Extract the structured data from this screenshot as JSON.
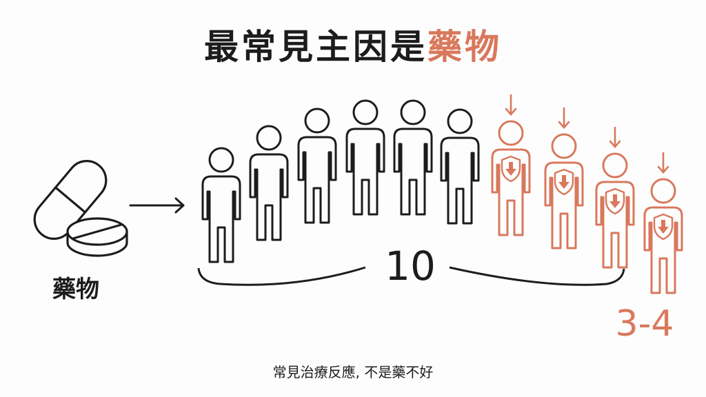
{
  "title": {
    "main": "最常見主因是",
    "accent": "藥物"
  },
  "drug_label": "藥物",
  "total_count": "10",
  "affected_count": "3-4",
  "caption": "常見治療反應, 不是藥不好",
  "colors": {
    "ink": "#1c1c1c",
    "accent": "#d9785c"
  },
  "icons": {
    "drug": "capsule-and-tablet-icon",
    "arrow": "right-arrow-icon",
    "person": "person-icon",
    "affected_person": "person-shield-down-icon",
    "down": "down-arrow-icon"
  },
  "people": {
    "total": 10,
    "affected": 4
  }
}
